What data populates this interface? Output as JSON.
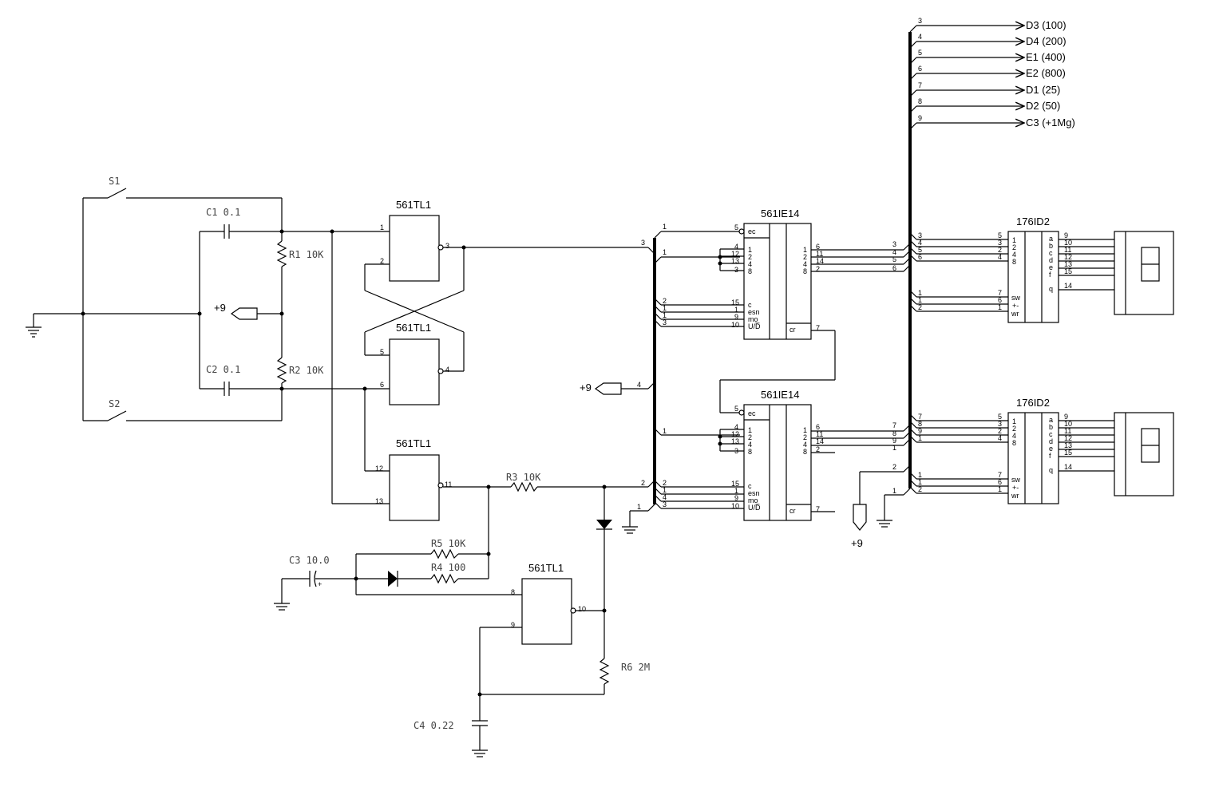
{
  "switches": [
    "S1",
    "S2"
  ],
  "components": {
    "c1": "C1 0.1",
    "c2": "C2 0.1",
    "r1": "R1 10K",
    "r2": "R2 10K",
    "r3": "R3 10K",
    "r4": "R4 100",
    "r5": "R5 10K",
    "r6": "R6 2M",
    "c3": "C3 10.0",
    "c4": "C4 0.22"
  },
  "supply": "+9",
  "gates": {
    "name": "561TL1",
    "g1": {
      "in_a": "1",
      "in_b": "2",
      "out": "3"
    },
    "g2": {
      "in_a": "5",
      "in_b": "6",
      "out": "4"
    },
    "g3": {
      "in_a": "12",
      "in_b": "13",
      "out": "11"
    },
    "g4": {
      "in_a": "8",
      "in_b": "9",
      "out": "10"
    }
  },
  "counter": {
    "name": "561IE14",
    "ec": "ec",
    "inputs": [
      "1",
      "2",
      "4",
      "8"
    ],
    "controls": [
      "c",
      "esn",
      "mo",
      "U/D̅"
    ],
    "outputs": [
      "1",
      "2",
      "4",
      "8"
    ],
    "carry": "cr",
    "pin_ec": "5",
    "pins_in": [
      "4",
      "12",
      "13",
      "3"
    ],
    "pins_ctl": [
      "15",
      "1",
      "9",
      "10"
    ],
    "pins_out": [
      "6",
      "11",
      "14",
      "2"
    ],
    "pin_cr": "7"
  },
  "decoder": {
    "name": "176ID2",
    "inputs": [
      "1",
      "2",
      "4",
      "8"
    ],
    "controls": [
      "sw",
      "+-",
      "wr"
    ],
    "segments": [
      "a",
      "b",
      "c",
      "d",
      "e",
      "f",
      "q"
    ],
    "pins_in": [
      "5",
      "3",
      "2",
      "4"
    ],
    "pins_ctl": [
      "7",
      "6",
      "1"
    ],
    "pins_seg": [
      "9",
      "10",
      "11",
      "12",
      "13",
      "15",
      "14"
    ]
  },
  "bus_left": {
    "top": [
      "1",
      "1",
      "2",
      "1",
      "1",
      "3",
      "3",
      "4"
    ],
    "bottom": [
      "1",
      "2",
      "2",
      "1",
      "4",
      "3",
      "1"
    ]
  },
  "bus_right": {
    "outputs_top": [
      "3",
      "4",
      "5",
      "6",
      "7",
      "8",
      "9"
    ],
    "to_counter1": [
      "3",
      "4",
      "5",
      "6"
    ],
    "to_counter2": [
      "7",
      "8",
      "9",
      "1"
    ],
    "dec1_in": [
      "3",
      "4",
      "5",
      "6"
    ],
    "dec1_ctl": [
      "1",
      "1",
      "2"
    ],
    "dec2_in": [
      "7",
      "8",
      "9",
      "1"
    ],
    "dec2_ctl": [
      "1",
      "1",
      "2"
    ],
    "misc": [
      "2",
      "1"
    ]
  },
  "outputs": [
    "D3  (100)",
    "D4 (200)",
    "E1 (400)",
    "E2 (800)",
    "D1 (25)",
    "D2 (50)",
    "C3 (+1Mg)"
  ]
}
